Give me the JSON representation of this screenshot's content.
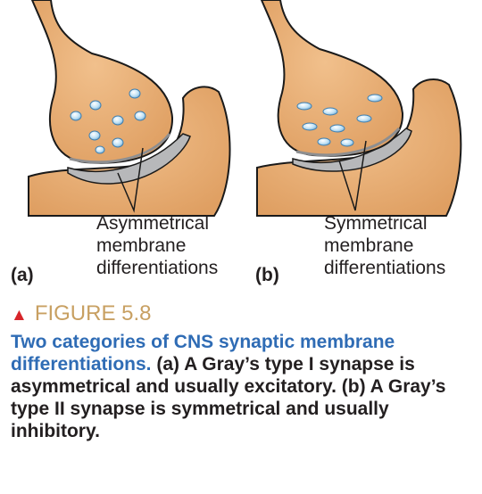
{
  "panels": {
    "a": {
      "letter": "(a)",
      "label_lines": [
        "Asymmetrical",
        "membrane",
        "differentiations"
      ]
    },
    "b": {
      "letter": "(b)",
      "label_lines": [
        "Symmetrical",
        "membrane",
        "differentiations"
      ]
    }
  },
  "figure": {
    "title": "FIGURE 5.8",
    "caption_lead": "Two categories of CNS synaptic membrane differentiations.",
    "caption_body": " (a) A Gray’s type I synapse is asymmetrical and usually excitatory. (b) A Gray’s type II synapse is symmetrical and usually inhibitory."
  },
  "colors": {
    "cell_fill": "#e8b07a",
    "cell_outline": "#1a1a1a",
    "membrane_gray": "#b7b8ba",
    "vesicle": "#a9d3ee",
    "title_tan": "#c8a062",
    "triangle_red": "#d7252a",
    "caption_blue": "#2f6cb5"
  }
}
